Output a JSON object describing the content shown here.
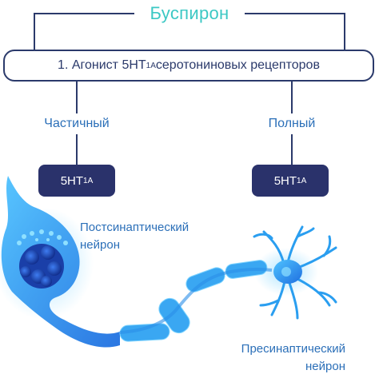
{
  "title": "Буспирон",
  "mechanism": {
    "prefix": "1. Агонист 5HT",
    "subscript": "1A",
    "suffix": " серотониновых рецепторов"
  },
  "branches": [
    {
      "label": "Частичный",
      "pill_main": "5HT",
      "pill_sub": "1A"
    },
    {
      "label": "Полный",
      "pill_main": "5HT",
      "pill_sub": "1A"
    }
  ],
  "neurons": {
    "postsynaptic": {
      "line1": "Постсинаптический",
      "line2": "нейрон"
    },
    "presynaptic": {
      "line1": "Пресинаптический",
      "line2": "нейрон"
    }
  },
  "colors": {
    "title": "#3cc8c4",
    "dark_navy": "#2a326b",
    "label_blue": "#2b6fb8",
    "neuron_blue": "#2a8ee8"
  }
}
